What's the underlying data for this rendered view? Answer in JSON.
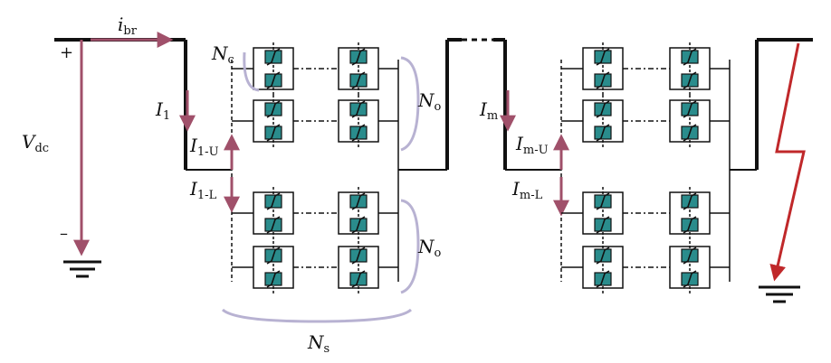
{
  "labels": {
    "ibr": {
      "main": "i",
      "sub": "br"
    },
    "vdc": {
      "main": "V",
      "sub": "dc"
    },
    "plus": "+",
    "minus": "–",
    "I1": {
      "main": "I",
      "sub": "1"
    },
    "I1U": {
      "main": "I",
      "sub": "1-U"
    },
    "I1L": {
      "main": "I",
      "sub": "1-L"
    },
    "Nc": {
      "main": "N",
      "sub": "c"
    },
    "No_top": {
      "main": "N",
      "sub": "o"
    },
    "No_bot": {
      "main": "N",
      "sub": "o"
    },
    "Ns": {
      "main": "N",
      "sub": "s"
    },
    "Im": {
      "main": "I",
      "sub": "m"
    },
    "ImU": {
      "main": "I",
      "sub": "m",
      "tail": "-U"
    },
    "ImL": {
      "main": "I",
      "sub": "m",
      "tail": "-L"
    }
  },
  "colors": {
    "wire": "#111111",
    "current_arrow": "#a0506a",
    "fault": "#c0282a",
    "brace": "#b8b2d2",
    "module_fill": "#2a8c8c",
    "module_line": "#111111"
  },
  "icons": {
    "ground": "ground-icon",
    "module": "semiconductor-module-icon",
    "fault": "fault-lightning-icon"
  }
}
